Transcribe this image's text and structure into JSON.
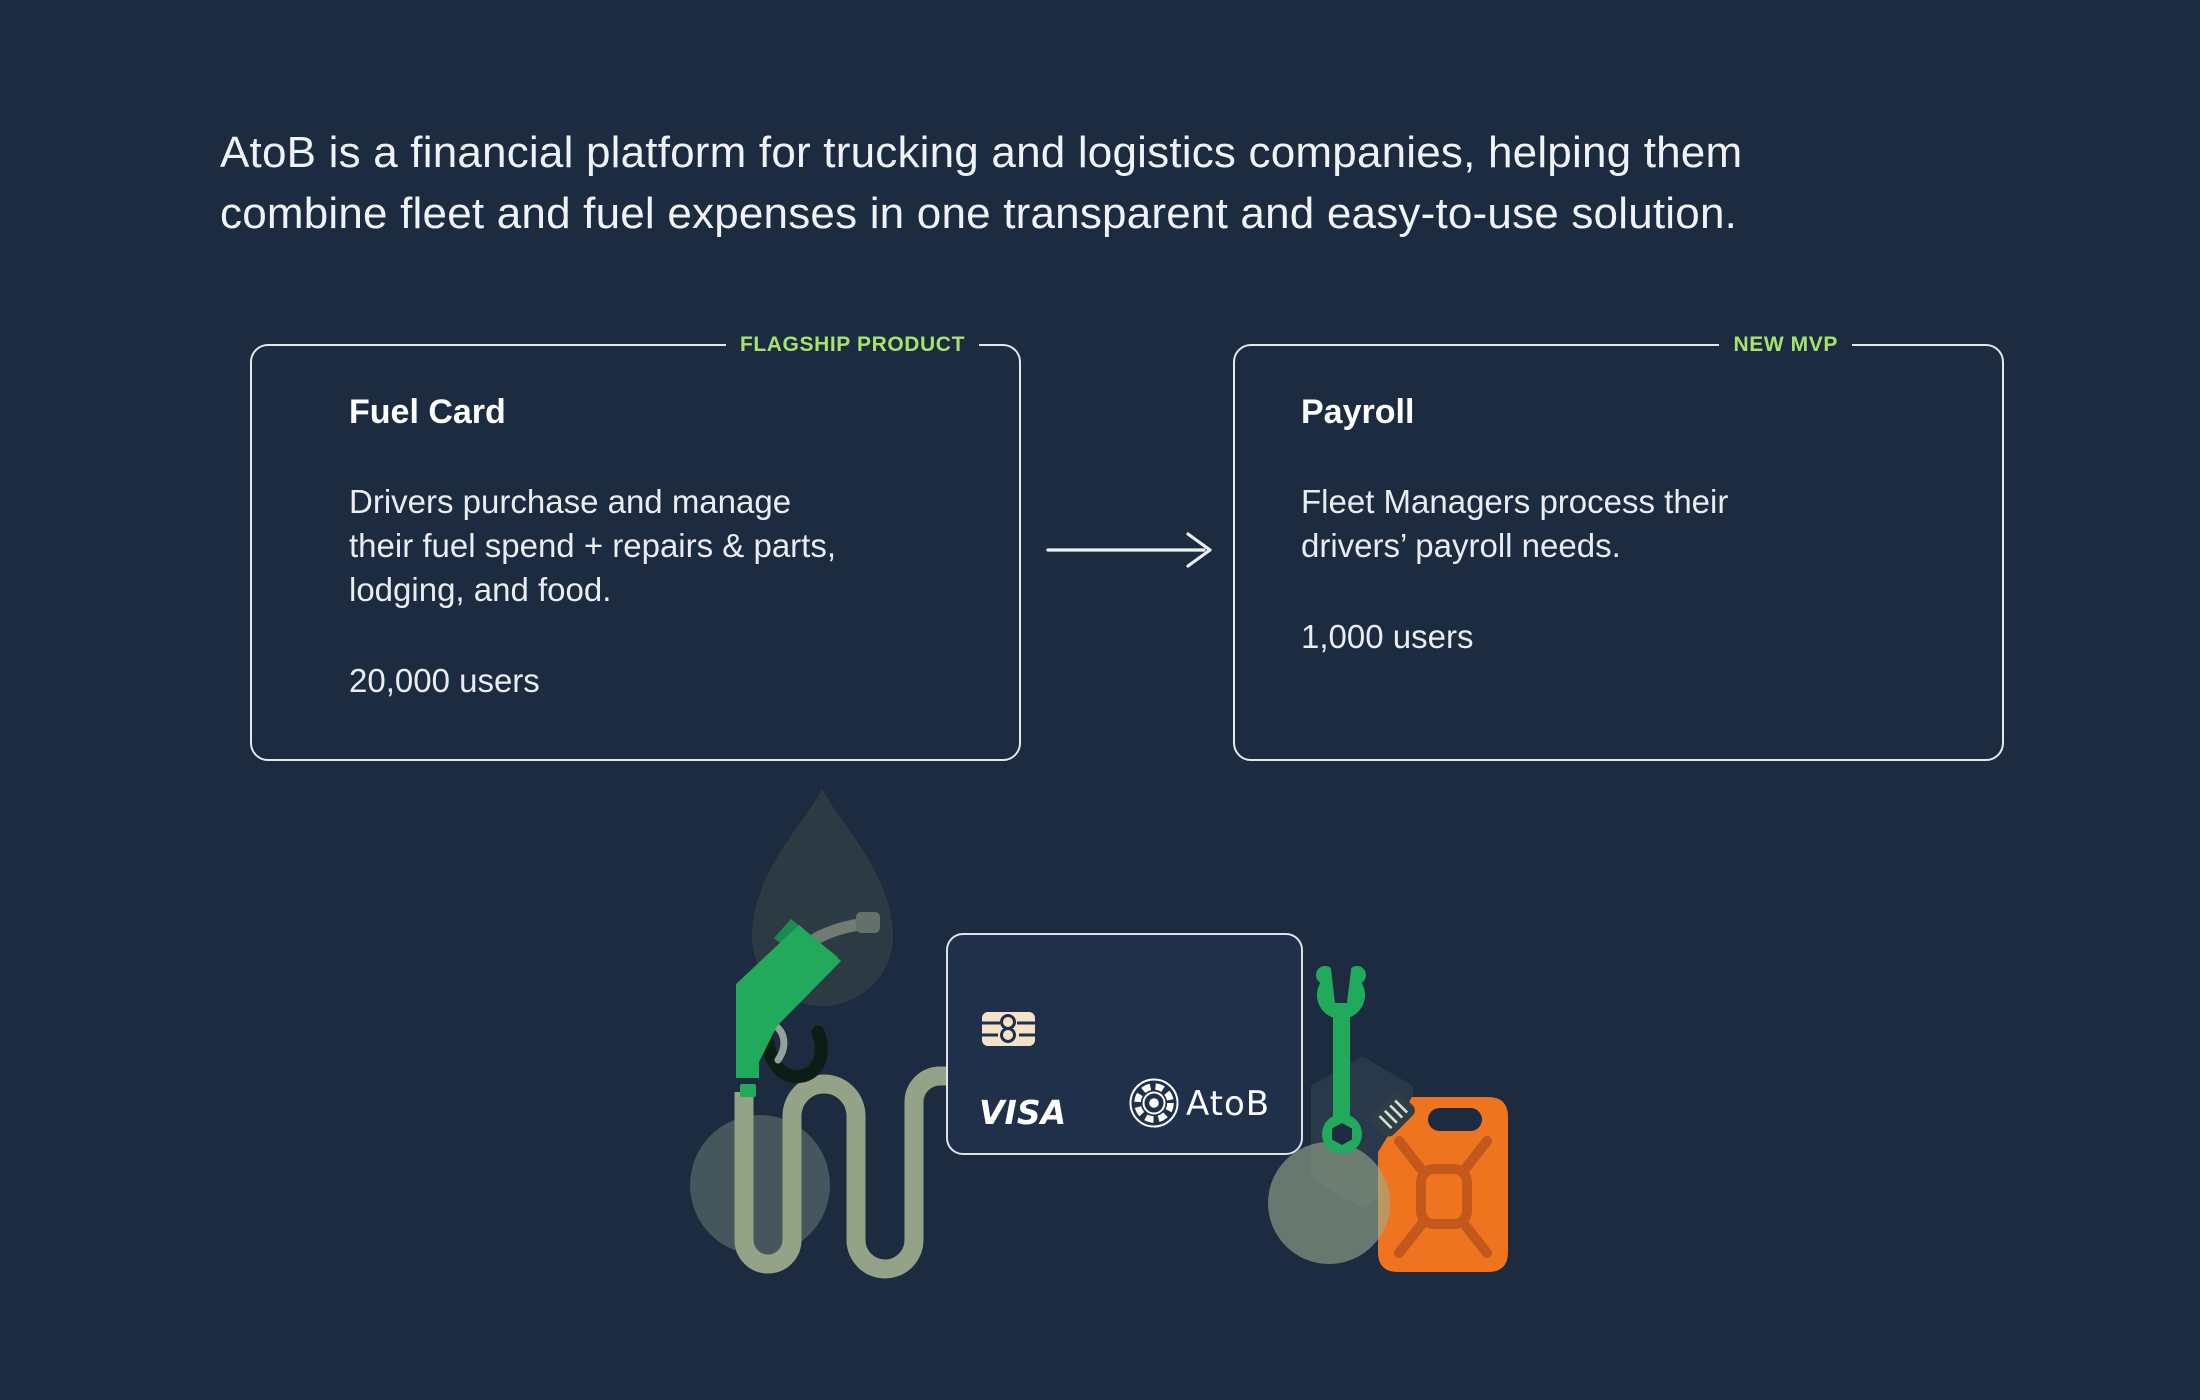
{
  "page": {
    "background_color": "#1c2b3f",
    "accent_green": "#a7e36c",
    "icon_green": "#22aa5c",
    "hose_sage": "#94a388",
    "can_orange": "#ee7420"
  },
  "headline": {
    "text": "AtoB is a financial platform for trucking and logistics companies, helping them\ncombine fleet and fuel expenses in one transparent and easy-to-use solution."
  },
  "products": [
    {
      "tag": "FLAGSHIP PRODUCT",
      "title": "Fuel Card",
      "description": "Drivers purchase and manage\ntheir fuel spend + repairs & parts,\nlodging, and food.",
      "users": "20,000 users"
    },
    {
      "tag": "NEW MVP",
      "title": "Payroll",
      "description": "Fleet Managers process their\ndrivers’ payroll needs.",
      "users": "1,000 users"
    }
  ],
  "illustration": {
    "card": {
      "visa_label": "VISA",
      "brand_label": "AtoB"
    }
  }
}
